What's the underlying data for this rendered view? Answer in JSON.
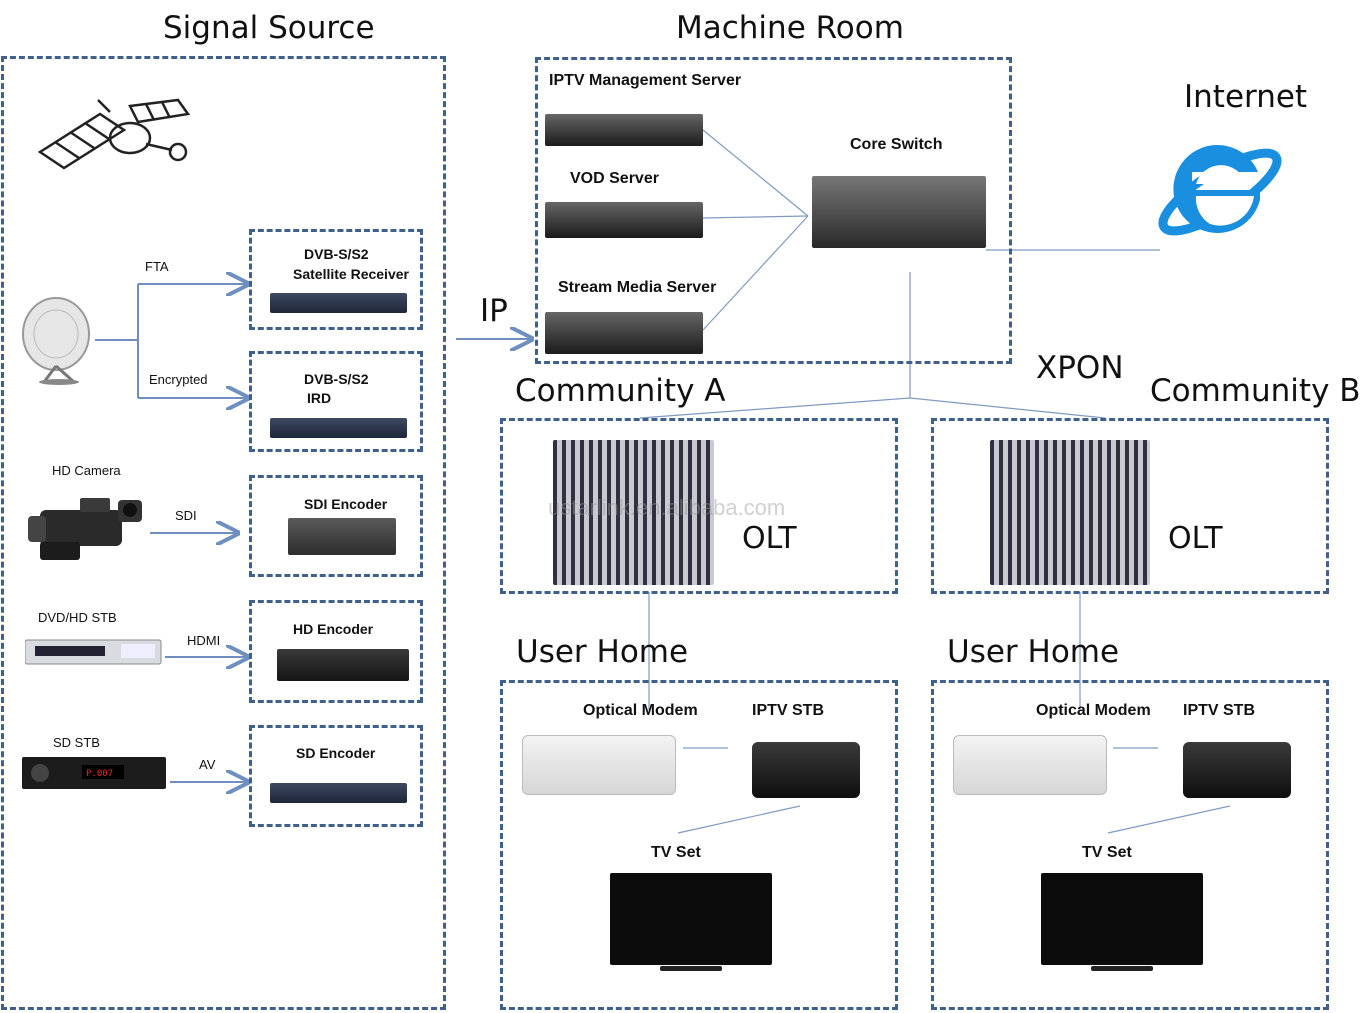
{
  "sections": {
    "signal_source": "Signal Source",
    "machine_room": "Machine Room",
    "internet": "Internet",
    "community_a": "Community A",
    "community_b": "Community B",
    "xpon": "XPON",
    "ip": "IP",
    "user_home_a": "User Home",
    "user_home_b": "User Home"
  },
  "signal_source": {
    "inputs": {
      "fta": "FTA",
      "encrypted": "Encrypted",
      "hd_camera": "HD Camera",
      "sdi": "SDI",
      "dvd_hd_stb": "DVD/HD STB",
      "hdmi": "HDMI",
      "sd_stb": "SD STB",
      "av": "AV"
    },
    "devices": {
      "dvb_s2_line1": "DVB-S/S2",
      "satellite_receiver": "Satellite Receiver",
      "dvb_s2_ird_line1": "DVB-S/S2",
      "ird": "IRD",
      "sdi_encoder": "SDI Encoder",
      "hd_encoder": "HD Encoder",
      "sd_encoder": "SD Encoder"
    }
  },
  "machine_room": {
    "iptv_management_server": "IPTV Management Server",
    "vod_server": "VOD Server",
    "stream_media_server": "Stream Media Server",
    "core_switch": "Core Switch"
  },
  "community": {
    "olt_a": "OLT",
    "olt_b": "OLT"
  },
  "user_home": {
    "optical_modem_a": "Optical Modem",
    "iptv_stb_a": "IPTV STB",
    "tv_set_a": "TV Set",
    "optical_modem_b": "Optical Modem",
    "iptv_stb_b": "IPTV STB",
    "tv_set_b": "TV Set"
  },
  "watermark": "ustarlink.en.alibaba.com",
  "colors": {
    "dashed_border": "#3f5f8c",
    "arrow": "#6e8fbf",
    "internet_blue": "#1a8fe0"
  }
}
